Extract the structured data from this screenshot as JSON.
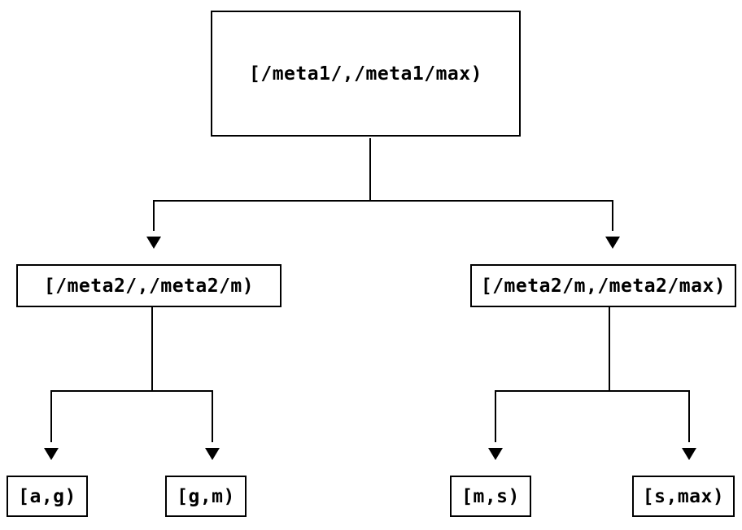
{
  "diagram": {
    "type": "tree",
    "colors": {
      "line": "#000000",
      "box_border": "#000000",
      "box_background": "#ffffff",
      "page_background": "#ffffff",
      "text": "#000000"
    },
    "nodes": {
      "root": {
        "label": "[/meta1/,/meta1/max)"
      },
      "left": {
        "label": "[/meta2/,/meta2/m)"
      },
      "right": {
        "label": "[/meta2/m,/meta2/max)"
      },
      "leaf_ag": {
        "label": "[a,g)"
      },
      "leaf_gm": {
        "label": "[g,m)"
      },
      "leaf_ms": {
        "label": "[m,s)"
      },
      "leaf_smax": {
        "label": "[s,max)"
      }
    },
    "edges": [
      {
        "from": "root",
        "to": "left"
      },
      {
        "from": "root",
        "to": "right"
      },
      {
        "from": "left",
        "to": "leaf_ag"
      },
      {
        "from": "left",
        "to": "leaf_gm"
      },
      {
        "from": "right",
        "to": "leaf_ms"
      },
      {
        "from": "right",
        "to": "leaf_smax"
      }
    ]
  }
}
